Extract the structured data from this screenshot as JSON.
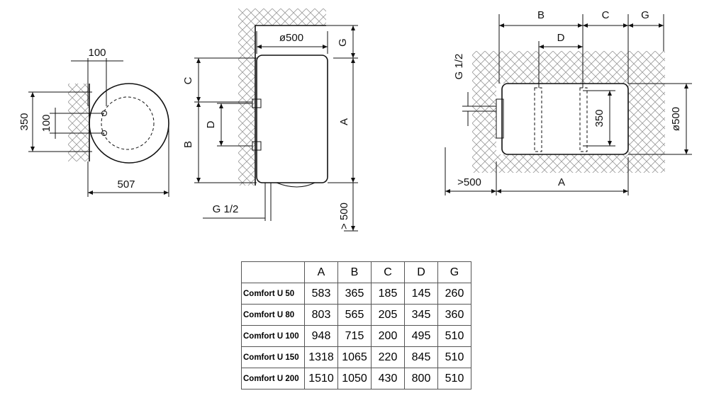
{
  "left_view": {
    "top_dim": "100",
    "side_outer": "350",
    "side_inner": "100",
    "width": "507"
  },
  "front_view": {
    "diameter": "ø500",
    "labels": {
      "A": "A",
      "B": "B",
      "C": "C",
      "D": "D",
      "G": "G"
    },
    "pipe": "G 1/2",
    "clearance": "> 500"
  },
  "right_view": {
    "labels": {
      "A": "A",
      "B": "B",
      "C": "C",
      "D": "D",
      "G": "G"
    },
    "pipe": "G 1/2",
    "inner": "350",
    "diameter": "ø500",
    "clearance": ">500"
  },
  "table": {
    "headers": [
      "A",
      "B",
      "C",
      "D",
      "G"
    ],
    "rows": [
      {
        "model": "Comfort U 50",
        "values": [
          "583",
          "365",
          "185",
          "145",
          "260"
        ]
      },
      {
        "model": "Comfort U 80",
        "values": [
          "803",
          "565",
          "205",
          "345",
          "360"
        ]
      },
      {
        "model": "Comfort U 100",
        "values": [
          "948",
          "715",
          "200",
          "495",
          "510"
        ]
      },
      {
        "model": "Comfort U 150",
        "values": [
          "1318",
          "1065",
          "220",
          "845",
          "510"
        ]
      },
      {
        "model": "Comfort U 200",
        "values": [
          "1510",
          "1050",
          "430",
          "800",
          "510"
        ]
      }
    ]
  }
}
